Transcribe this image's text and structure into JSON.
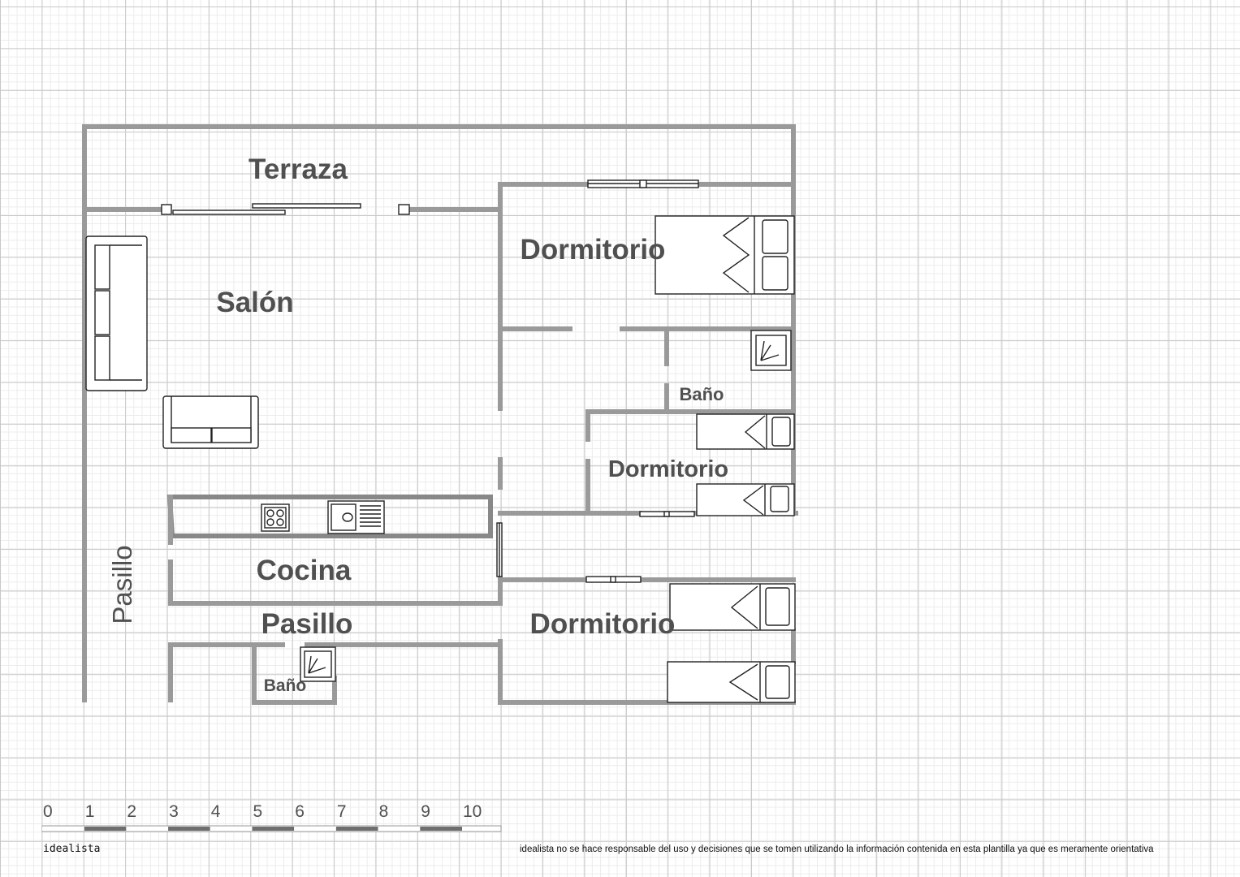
{
  "rooms": {
    "terraza": "Terraza",
    "salon": "Salón",
    "dormitorio_1": "Dormitorio",
    "bano_1": "Baño",
    "dormitorio_2": "Dormitorio",
    "cocina": "Cocina",
    "pasillo_vertical": "Pasillo",
    "pasillo": "Pasillo",
    "bano_2": "Baño",
    "dormitorio_3": "Dormitorio"
  },
  "scale": {
    "ticks": [
      "0",
      "1",
      "2",
      "3",
      "4",
      "5",
      "6",
      "7",
      "8",
      "9",
      "10"
    ]
  },
  "footer": {
    "brand": "idealista",
    "disclaimer": "idealista no se hace responsable del uso y decisiones que se tomen utilizando la información contenida en esta plantilla ya que es meramente orientativa"
  },
  "colors": {
    "wall": "#9a9a9a",
    "label": "#505050",
    "grid": "#c8c8c8"
  }
}
